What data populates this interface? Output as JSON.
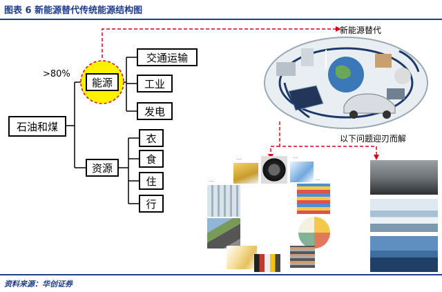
{
  "header": {
    "title": "图表 6   新能源替代传统能源结构图"
  },
  "footer": {
    "source": "资料来源：华创证券"
  },
  "tree": {
    "root": "石油和煤",
    "share": ">80%",
    "energy": "能源",
    "resources": "资源",
    "energy_children": [
      "交通运输",
      "工业",
      "发电"
    ],
    "resource_children": [
      "衣",
      "食",
      "住",
      "行"
    ]
  },
  "callouts": {
    "new_energy": "新能源替代",
    "solved": "以下问题迎刃而解"
  },
  "colors": {
    "brand": "#1f3c88",
    "dash": "#d9001b",
    "highlight": "#fff200"
  }
}
